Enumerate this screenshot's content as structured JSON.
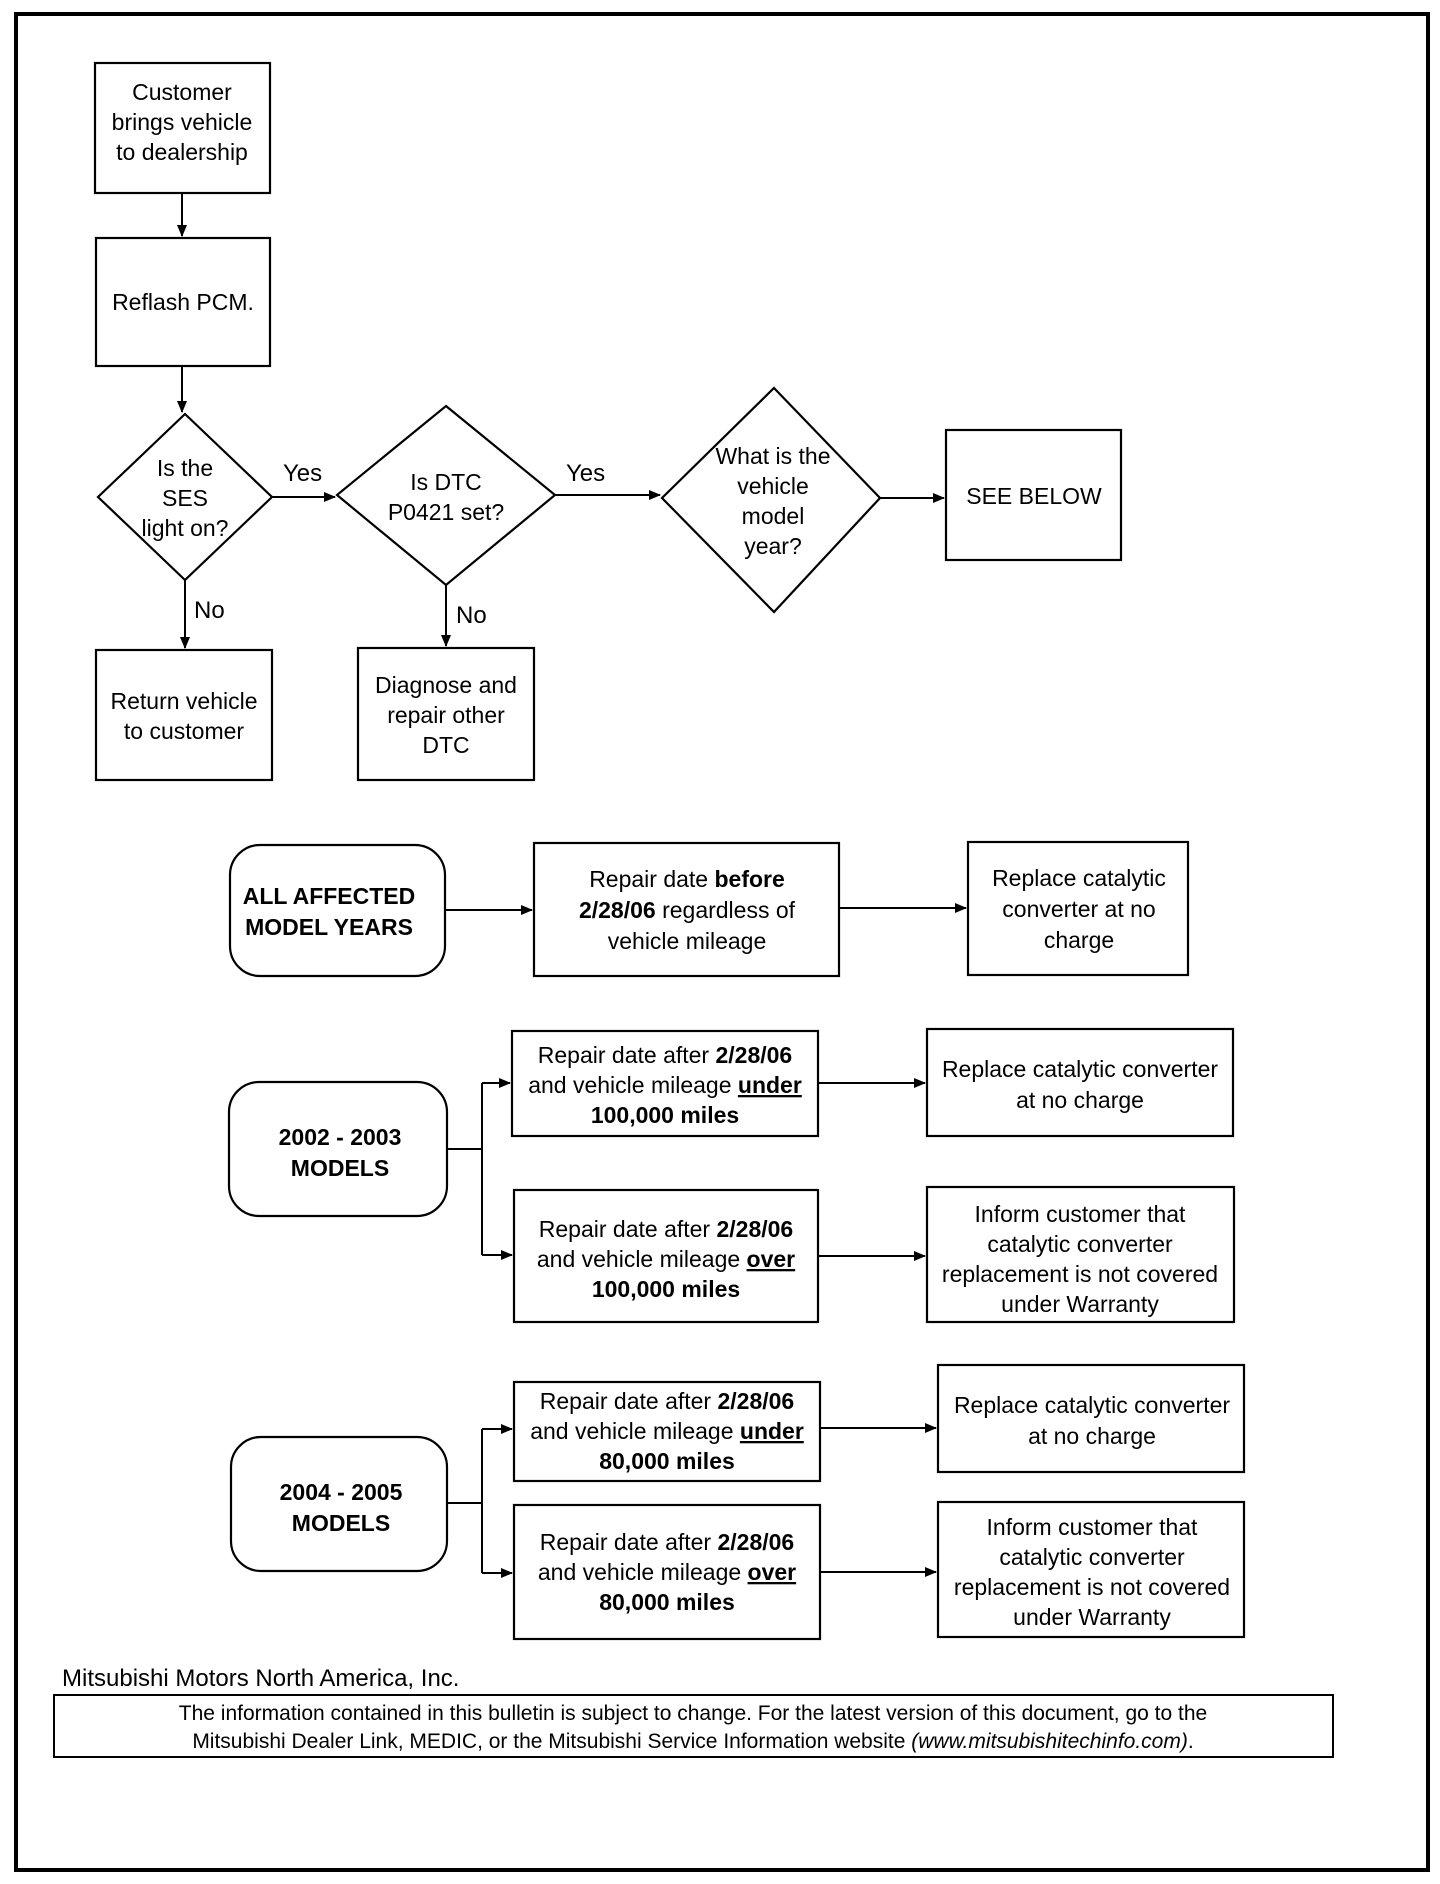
{
  "flowchart": {
    "start": [
      "Customer",
      "brings vehicle",
      "to dealership"
    ],
    "reflash": [
      "Reflash PCM."
    ],
    "q_ses": [
      "Is the",
      "SES",
      "light on?"
    ],
    "q_dtc": [
      "Is DTC",
      "P0421 set?"
    ],
    "q_year": [
      "What is the",
      "vehicle",
      "model",
      "year?"
    ],
    "see_below": [
      "SEE BELOW"
    ],
    "return_vehicle": [
      "Return vehicle",
      "to customer"
    ],
    "diagnose": [
      "Diagnose and",
      "repair other",
      "DTC"
    ],
    "labels": {
      "yes": "Yes",
      "no": "No"
    }
  },
  "groups": {
    "all": {
      "label": [
        "ALL AFFECTED",
        "MODEL YEARS"
      ],
      "condition": [
        [
          {
            "t": "Repair date "
          },
          {
            "t": "before",
            "b": true
          }
        ],
        [
          {
            "t": "2/28/06",
            "b": true
          },
          {
            "t": " regardless of"
          }
        ],
        [
          {
            "t": "vehicle mileage"
          }
        ]
      ],
      "outcome": [
        "Replace catalytic",
        "converter at no",
        "charge"
      ]
    },
    "y2002": {
      "label": [
        "2002 - 2003",
        "MODELS"
      ],
      "under": {
        "condition": [
          [
            {
              "t": "Repair date after "
            },
            {
              "t": "2/28/06",
              "b": true
            }
          ],
          [
            {
              "t": "and vehicle mileage "
            },
            {
              "t": "under",
              "b": true,
              "u": true
            }
          ],
          [
            {
              "t": "100,000 miles",
              "b": true
            }
          ]
        ],
        "outcome": [
          "Replace catalytic converter",
          "at no charge"
        ]
      },
      "over": {
        "condition": [
          [
            {
              "t": "Repair date after "
            },
            {
              "t": "2/28/06",
              "b": true
            }
          ],
          [
            {
              "t": "and vehicle mileage "
            },
            {
              "t": "over",
              "b": true,
              "u": true
            }
          ],
          [
            {
              "t": "100,000 miles",
              "b": true
            }
          ]
        ],
        "outcome": [
          "Inform customer that",
          "catalytic converter",
          "replacement is not covered",
          "under Warranty"
        ]
      }
    },
    "y2004": {
      "label": [
        "2004 - 2005",
        "MODELS"
      ],
      "under": {
        "condition": [
          [
            {
              "t": "Repair date after "
            },
            {
              "t": "2/28/06",
              "b": true
            }
          ],
          [
            {
              "t": "and vehicle mileage "
            },
            {
              "t": "under",
              "b": true,
              "u": true
            }
          ],
          [
            {
              "t": "80,000 miles",
              "b": true
            }
          ]
        ],
        "outcome": [
          "Replace catalytic converter",
          "at no charge"
        ]
      },
      "over": {
        "condition": [
          [
            {
              "t": "Repair date after "
            },
            {
              "t": "2/28/06",
              "b": true
            }
          ],
          [
            {
              "t": "and vehicle mileage "
            },
            {
              "t": "over",
              "b": true,
              "u": true
            }
          ],
          [
            {
              "t": "80,000 miles",
              "b": true
            }
          ]
        ],
        "outcome": [
          "Inform customer that",
          "catalytic converter",
          "replacement is not covered",
          "under Warranty"
        ]
      }
    }
  },
  "footer": {
    "company": "Mitsubishi Motors North America, Inc.",
    "notice_line1": "The information contained in this bulletin is subject to change. For the latest version of this document, go to the",
    "notice_line2": "Mitsubishi Dealer Link, MEDIC, or the Mitsubishi Service Information website ",
    "notice_url": "(www.mitsubishitechinfo.com)",
    "notice_end": "."
  }
}
